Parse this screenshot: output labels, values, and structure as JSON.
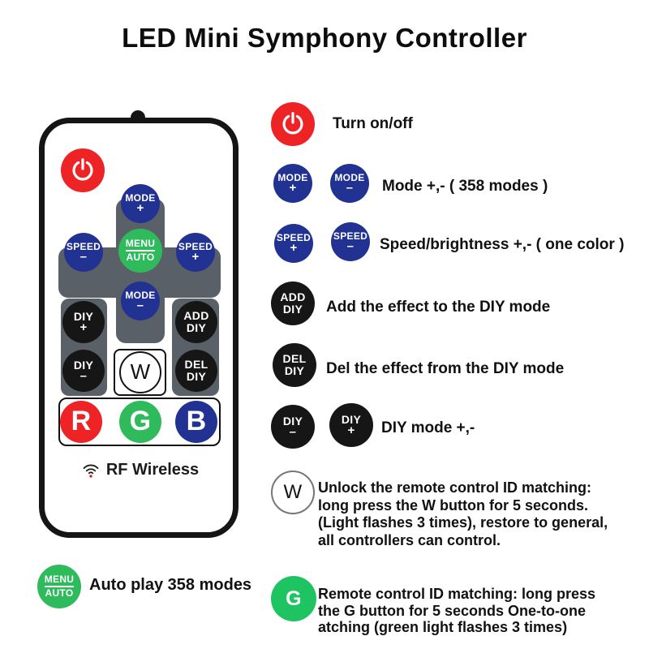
{
  "title": "LED Mini Symphony Controller",
  "colors": {
    "power_red": "#ee2326",
    "button_blue": "#213293",
    "button_green": "#2fba5c",
    "button_black": "#161616",
    "pad_gray": "#5a6067",
    "g_bright_green": "#1fc462"
  },
  "remote": {
    "rf_label": "RF Wireless",
    "buttons": {
      "mode_plus": {
        "top": "MODE",
        "bottom": "+"
      },
      "speed_minus": {
        "top": "SPEED",
        "bottom": "–"
      },
      "menu_auto": {
        "top": "MENU",
        "bottom": "AUTO"
      },
      "speed_plus": {
        "top": "SPEED",
        "bottom": "+"
      },
      "mode_minus": {
        "top": "MODE",
        "bottom": "–"
      },
      "diy_plus": {
        "top": "DIY",
        "bottom": "+"
      },
      "add_diy": {
        "top": "ADD",
        "bottom": "DIY"
      },
      "diy_minus": {
        "top": "DIY",
        "bottom": "–"
      },
      "del_diy": {
        "top": "DEL",
        "bottom": "DIY"
      },
      "w": "W",
      "r": "R",
      "g": "G",
      "b": "B"
    }
  },
  "legend": {
    "power": {
      "label": "Turn on/off"
    },
    "mode": {
      "button_plus": {
        "top": "MODE",
        "bottom": "+"
      },
      "button_minus": {
        "top": "MODE",
        "bottom": "–"
      },
      "label": "Mode +,- ( 358 modes )"
    },
    "speed": {
      "button_plus": {
        "top": "SPEED",
        "bottom": "+"
      },
      "button_minus": {
        "top": "SPEED",
        "bottom": "–"
      },
      "label": "Speed/brightness +,- ( one color )"
    },
    "add_diy": {
      "button": {
        "top": "ADD",
        "bottom": "DIY"
      },
      "label": "Add the effect to the DIY mode"
    },
    "del_diy": {
      "button": {
        "top": "DEL",
        "bottom": "DIY"
      },
      "label": "Del the effect from the DIY mode"
    },
    "diy": {
      "button_minus": {
        "top": "DIY",
        "bottom": "–"
      },
      "button_plus": {
        "top": "DIY",
        "bottom": "+"
      },
      "label": "DIY mode +,-"
    },
    "w": {
      "letter": "W",
      "text": "Unlock the remote control ID matching:\nlong press the W button for 5 seconds.\n(Light flashes 3 times), restore to general,\nall controllers can control."
    },
    "menu_auto": {
      "button": {
        "top": "MENU",
        "bottom": "AUTO"
      },
      "label": "Auto play 358 modes"
    },
    "g": {
      "letter": "G",
      "text": "Remote control ID matching: long press\nthe G button for 5 seconds One-to-one\natching (green light flashes 3 times)"
    }
  }
}
